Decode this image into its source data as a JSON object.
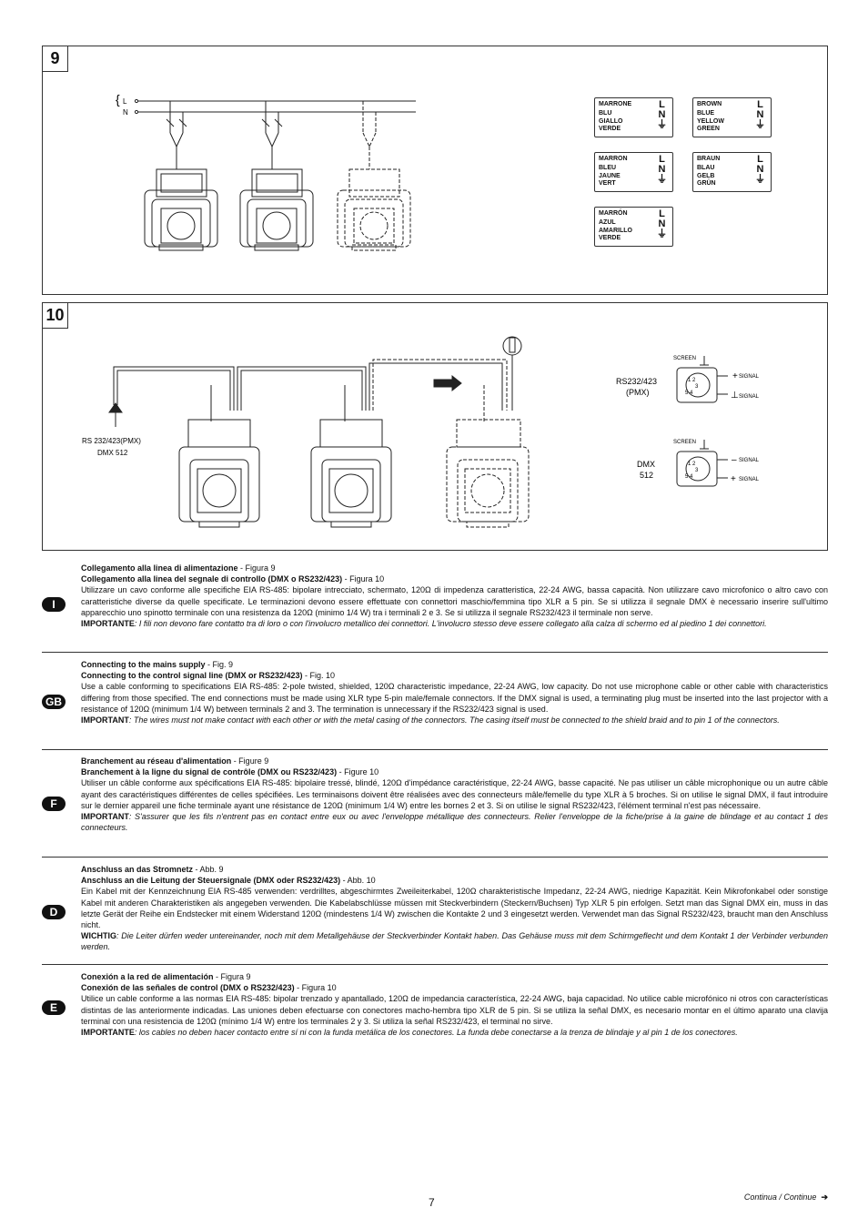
{
  "figure9": {
    "number": "9",
    "line_labels": {
      "l": "L",
      "n": "N"
    },
    "color_tables": [
      {
        "rows": [
          "MARRONE",
          "BLU",
          "GIALLO",
          "VERDE"
        ]
      },
      {
        "rows": [
          "BROWN",
          "BLUE",
          "YELLOW",
          "GREEN"
        ]
      },
      {
        "rows": [
          "MARRON",
          "BLEU",
          "JAUNE",
          "VERT"
        ]
      },
      {
        "rows": [
          "BRAUN",
          "BLAU",
          "GELB",
          "GRÜN"
        ]
      },
      {
        "rows": [
          "MARRÓN",
          "AZUL",
          "AMARILLO",
          "VERDE"
        ]
      }
    ]
  },
  "figure10": {
    "number": "10",
    "input_label_1": "RS 232/423(PMX)",
    "input_label_2": "DMX 512",
    "rs_label_1": "RS232/423",
    "rs_label_2": "(PMX)",
    "dmx_label_1": "DMX",
    "dmx_label_2": "512",
    "screen": "SCREEN",
    "signal": "SIGNAL"
  },
  "sections": [
    {
      "lang": "I",
      "h1": "Collegamento alla linea di alimentazione",
      "h1_ref": " - Figura 9",
      "h2": "Collegamento alla linea del segnale di controllo (DMX o RS232/423)",
      "h2_ref": " - Figura 10",
      "body": "Utilizzare un cavo conforme alle specifiche EIA RS-485: bipolare intrecciato, schermato, 120Ω di impedenza caratteristica, 22-24 AWG, bassa capacità. Non utilizzare cavo microfonico o altro cavo con caratteristiche diverse da quelle specificate. Le terminazioni devono essere effettuate con connettori maschio/femmina tipo XLR a 5 pin. Se si utilizza il segnale DMX è necessario inserire sull'ultimo apparecchio uno spinotto terminale con una resistenza da 120Ω (minimo 1/4 W) tra i terminali 2 e 3. Se si utilizza il segnale RS232/423 il terminale non serve.",
      "imp_label": "IMPORTANTE",
      "imp_text": ": I fili non devono fare contatto tra di loro o con l'involucro metallico dei connettori. L'involucro stesso deve essere collegato alla calza di schermo ed al piedino 1 dei connettori."
    },
    {
      "lang": "GB",
      "h1": "Connecting to the mains supply",
      "h1_ref": " - Fig. 9",
      "h2": "Connecting to the control signal line (DMX or RS232/423)",
      "h2_ref": " - Fig. 10",
      "body": "Use a cable conforming to specifications EIA RS-485: 2-pole twisted, shielded, 120Ω characteristic impedance, 22-24 AWG, low capacity. Do not use microphone cable or other cable with characteristics differing from those specified. The end connections must be made using XLR type 5-pin male/female connectors. If the DMX signal is used, a terminating plug must be inserted into the last projector with a resistance of 120Ω (minimum 1/4 W) between terminals 2 and 3. The termination is unnecessary if the RS232/423 signal is used.",
      "imp_label": "IMPORTANT",
      "imp_text": ": The wires must not make contact with each other or with the metal casing of the connectors. The casing itself must be connected to the shield braid and to pin 1 of the connectors."
    },
    {
      "lang": "F",
      "h1": "Branchement au réseau d'alimentation",
      "h1_ref": " - Figure 9",
      "h2": "Branchement à la ligne du signal de contrôle (DMX ou RS232/423)",
      "h2_ref": " - Figure 10",
      "body": "Utiliser un câble conforme aux spécifications EIA RS-485: bipolaire tressé, blindé, 120Ω d'impédance caractéristique, 22-24 AWG, basse capacité. Ne pas utiliser un câble microphonique ou un autre câble ayant des caractéristiques différentes de celles spécifiées. Les terminaisons doivent être réalisées avec des connecteurs mâle/femelle du type XLR à 5 broches. Si on utilise le signal DMX, il faut introduire sur le dernier appareil une fiche terminale ayant une résistance de 120Ω (minimum 1/4 W) entre les bornes 2 et 3. Si on utilise le signal RS232/423, l'élément terminal n'est pas nécessaire.",
      "imp_label": "IMPORTANT",
      "imp_text": ": S'assurer que les fils n'entrent pas en contact entre eux ou avec l'enveloppe métallique des connecteurs. Relier l'enveloppe de la fiche/prise à la gaine de blindage et au contact 1 des connecteurs."
    },
    {
      "lang": "D",
      "h1": "Anschluss an das Stromnetz",
      "h1_ref": " - Abb. 9",
      "h2": "Anschluss an die Leitung der Steuersignale (DMX oder RS232/423)",
      "h2_ref": " - Abb. 10",
      "body": "Ein Kabel mit der Kennzeichnung EIA RS-485 verwenden: verdrilltes, abgeschirmtes Zweileiterkabel, 120Ω charakteristische Impedanz, 22-24 AWG, niedrige Kapazität. Kein Mikrofonkabel oder sonstige Kabel mit anderen Charakteristiken als angegeben verwenden. Die Kabelabschlüsse müssen mit Steckverbindern (Steckern/Buchsen) Typ XLR 5 pin erfolgen. Setzt man das Signal DMX ein, muss in das letzte Gerät der Reihe ein Endstecker mit einem Widerstand 120Ω (mindestens 1/4 W) zwischen die Kontakte 2 und 3 eingesetzt werden. Verwendet man das Signal RS232/423, braucht man den Anschluss nicht.",
      "imp_label": "WICHTIG",
      "imp_text": ": Die Leiter dürfen weder untereinander, noch mit dem Metallgehäuse der Steckverbinder Kontakt haben. Das Gehäuse muss mit dem Schirmgeflecht und dem Kontakt 1 der Verbinder verbunden werden."
    },
    {
      "lang": "E",
      "h1": "Conexión a la red de alimentación",
      "h1_ref": " - Figura 9",
      "h2": "Conexión de las señales de control (DMX o RS232/423)",
      "h2_ref": " - Figura 10",
      "body": "Utilice un cable conforme a las normas EIA RS-485: bipolar trenzado y apantallado, 120Ω de impedancia característica, 22-24 AWG, baja capacidad. No utilice cable microfónico ni otros con características distintas de las anteriormente indicadas. Las uniones deben efectuarse con conectores macho-hembra tipo XLR de 5 pin. Si se utiliza la señal DMX, es necesario montar en el último aparato una clavija terminal con una resistencia de 120Ω (mínimo 1/4 W) entre los terminales 2 y 3. Si utiliza la señal RS232/423, el terminal no sirve.",
      "imp_label": "IMPORTANTE",
      "imp_text": ": los cables no deben hacer contacto entre sí ni con la funda metálica de los conectores. La funda debe conectarse a la trenza de blindaje y al pin 1 de los conectores."
    }
  ],
  "footer": {
    "page_number": "7",
    "continue": "Continua / Continue"
  }
}
